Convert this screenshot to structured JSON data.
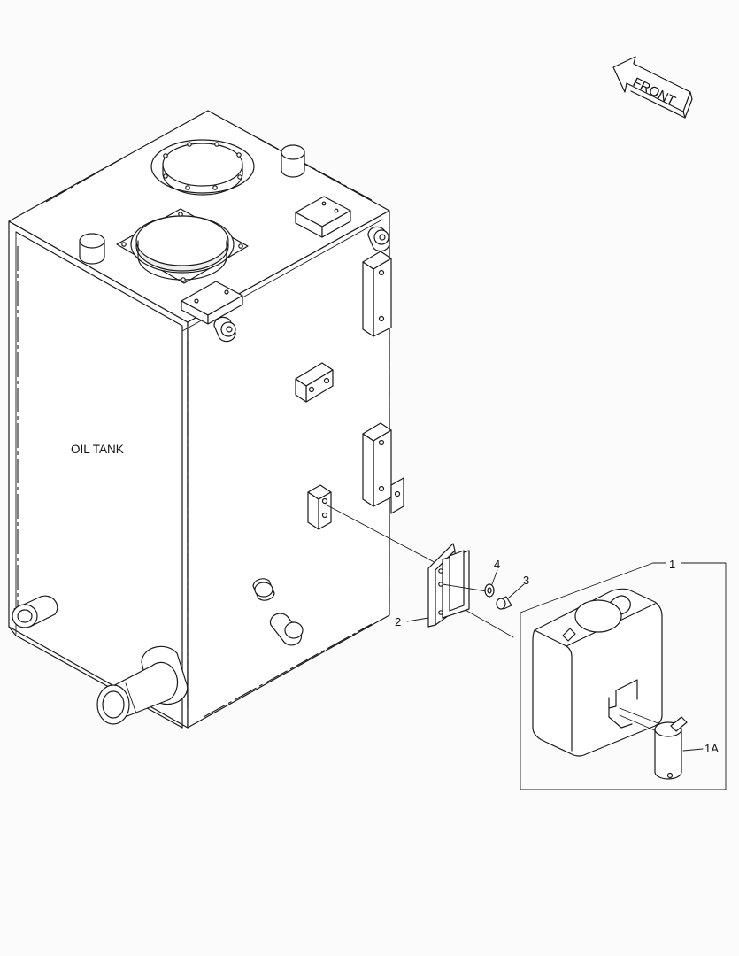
{
  "labels": {
    "tank": "OIL TANK",
    "front": "FRONT",
    "callouts": [
      "1",
      "1A",
      "2",
      "3",
      "4"
    ]
  },
  "colors": {
    "line": "#1a1a1a",
    "background": "#fbfbfb",
    "part_fill": "#ffffff"
  }
}
